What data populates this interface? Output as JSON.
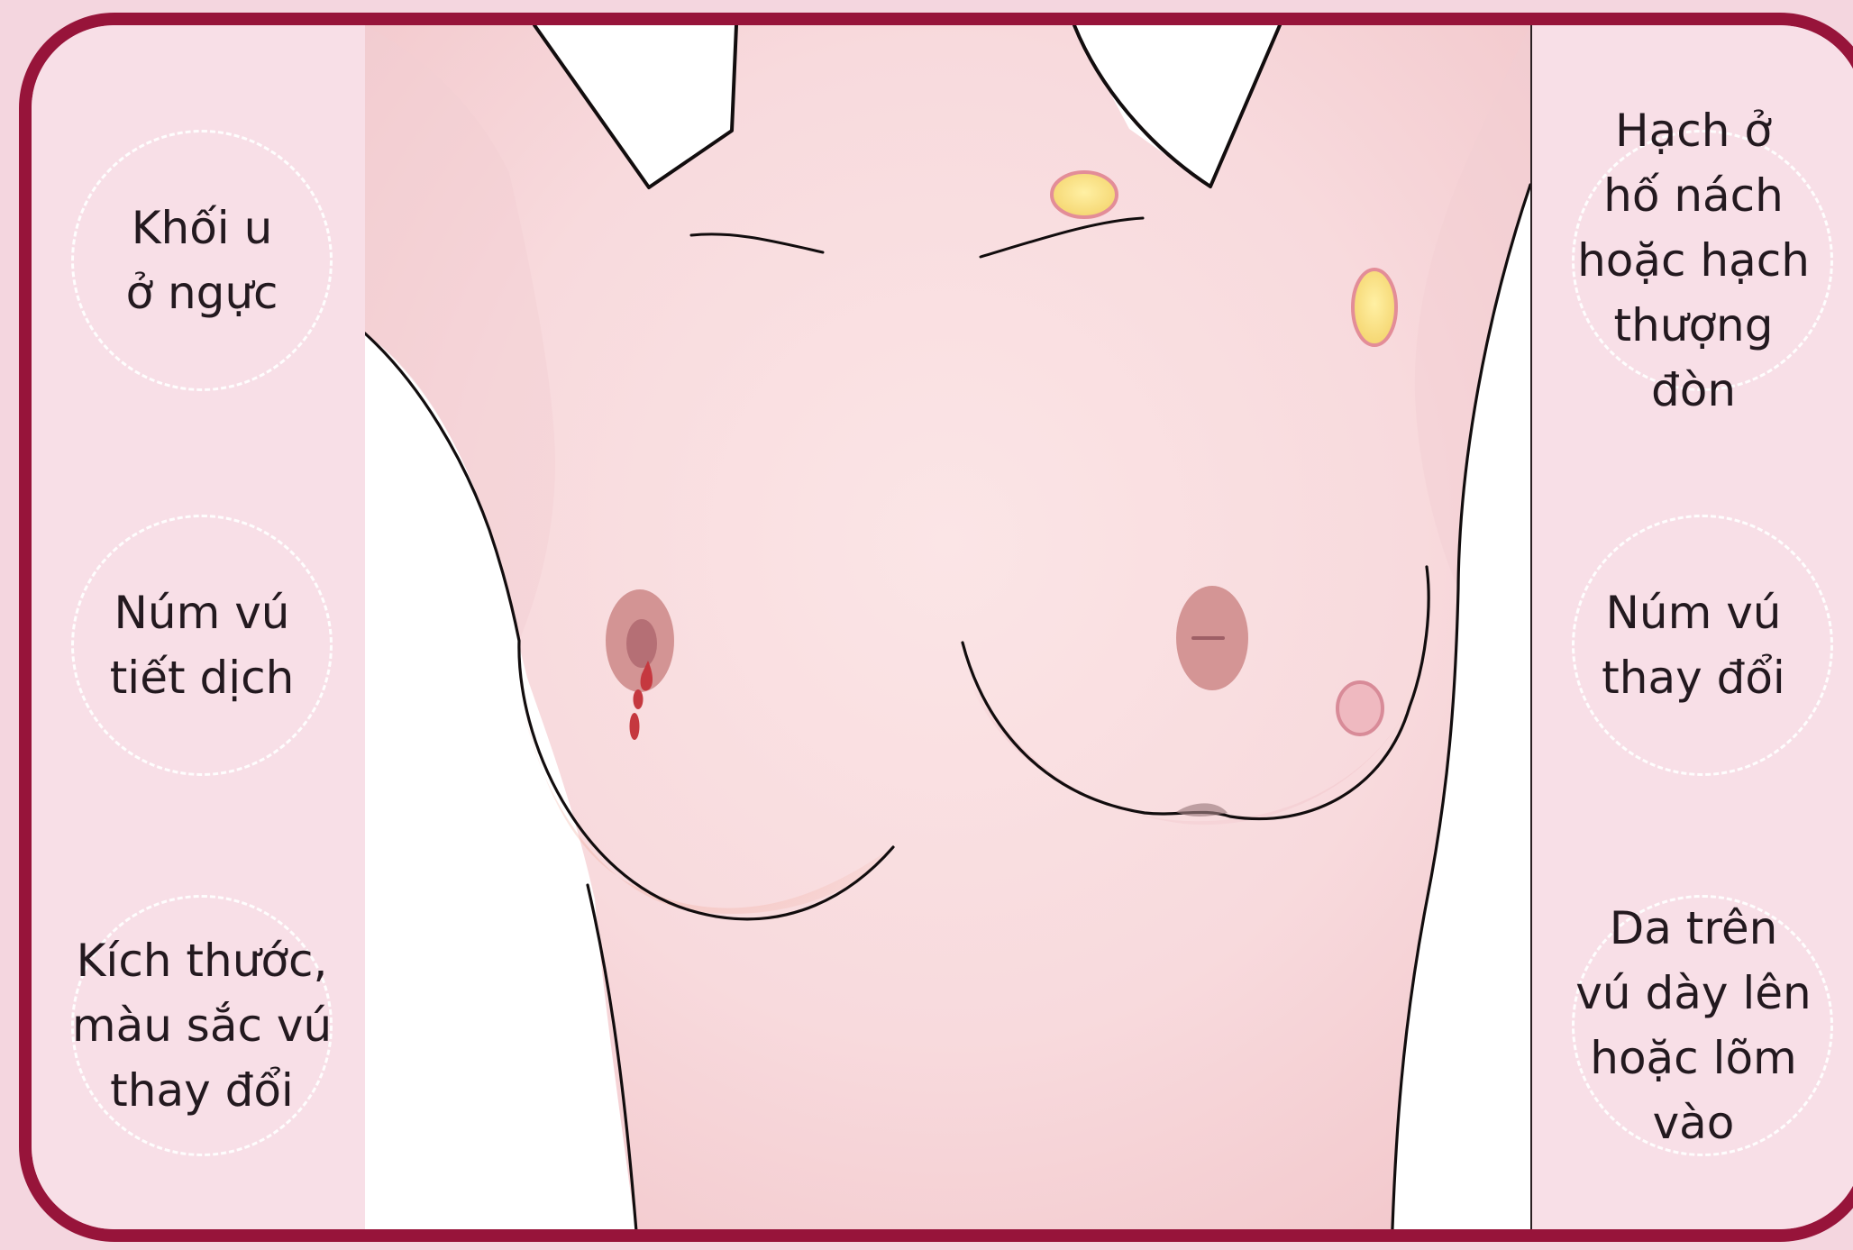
{
  "labels": {
    "left": [
      {
        "text": "Khối u\nở ngực"
      },
      {
        "text": "Núm vú\ntiết dịch"
      },
      {
        "text": "Kích thước,\nmàu sắc vú\nthay đổi"
      }
    ],
    "right": [
      {
        "text": "Hạch ở\nhố nách\nhoặc hạch\nthượng\nđòn"
      },
      {
        "text": "Núm vú\nthay đổi"
      },
      {
        "text": "Da trên\nvú dày lên\nhoặc lõm\nvào"
      }
    ]
  },
  "colors": {
    "border": "#97143a",
    "side_panel": "#f8dfe7",
    "background": "#f4d6df",
    "dashed_circle": "#ffffff",
    "skin": "#f8dadd",
    "nipple": "#cf8d8d",
    "discharge": "#c5383f",
    "lymph_node": "#f4d46d",
    "lymph_outline": "#e38d98",
    "text": "#23191f",
    "outline": "#120d0e"
  },
  "icons": {
    "breast_illustration": "female-torso-breast-symptom-illustration",
    "dashed_circle": "dashed-circle"
  }
}
